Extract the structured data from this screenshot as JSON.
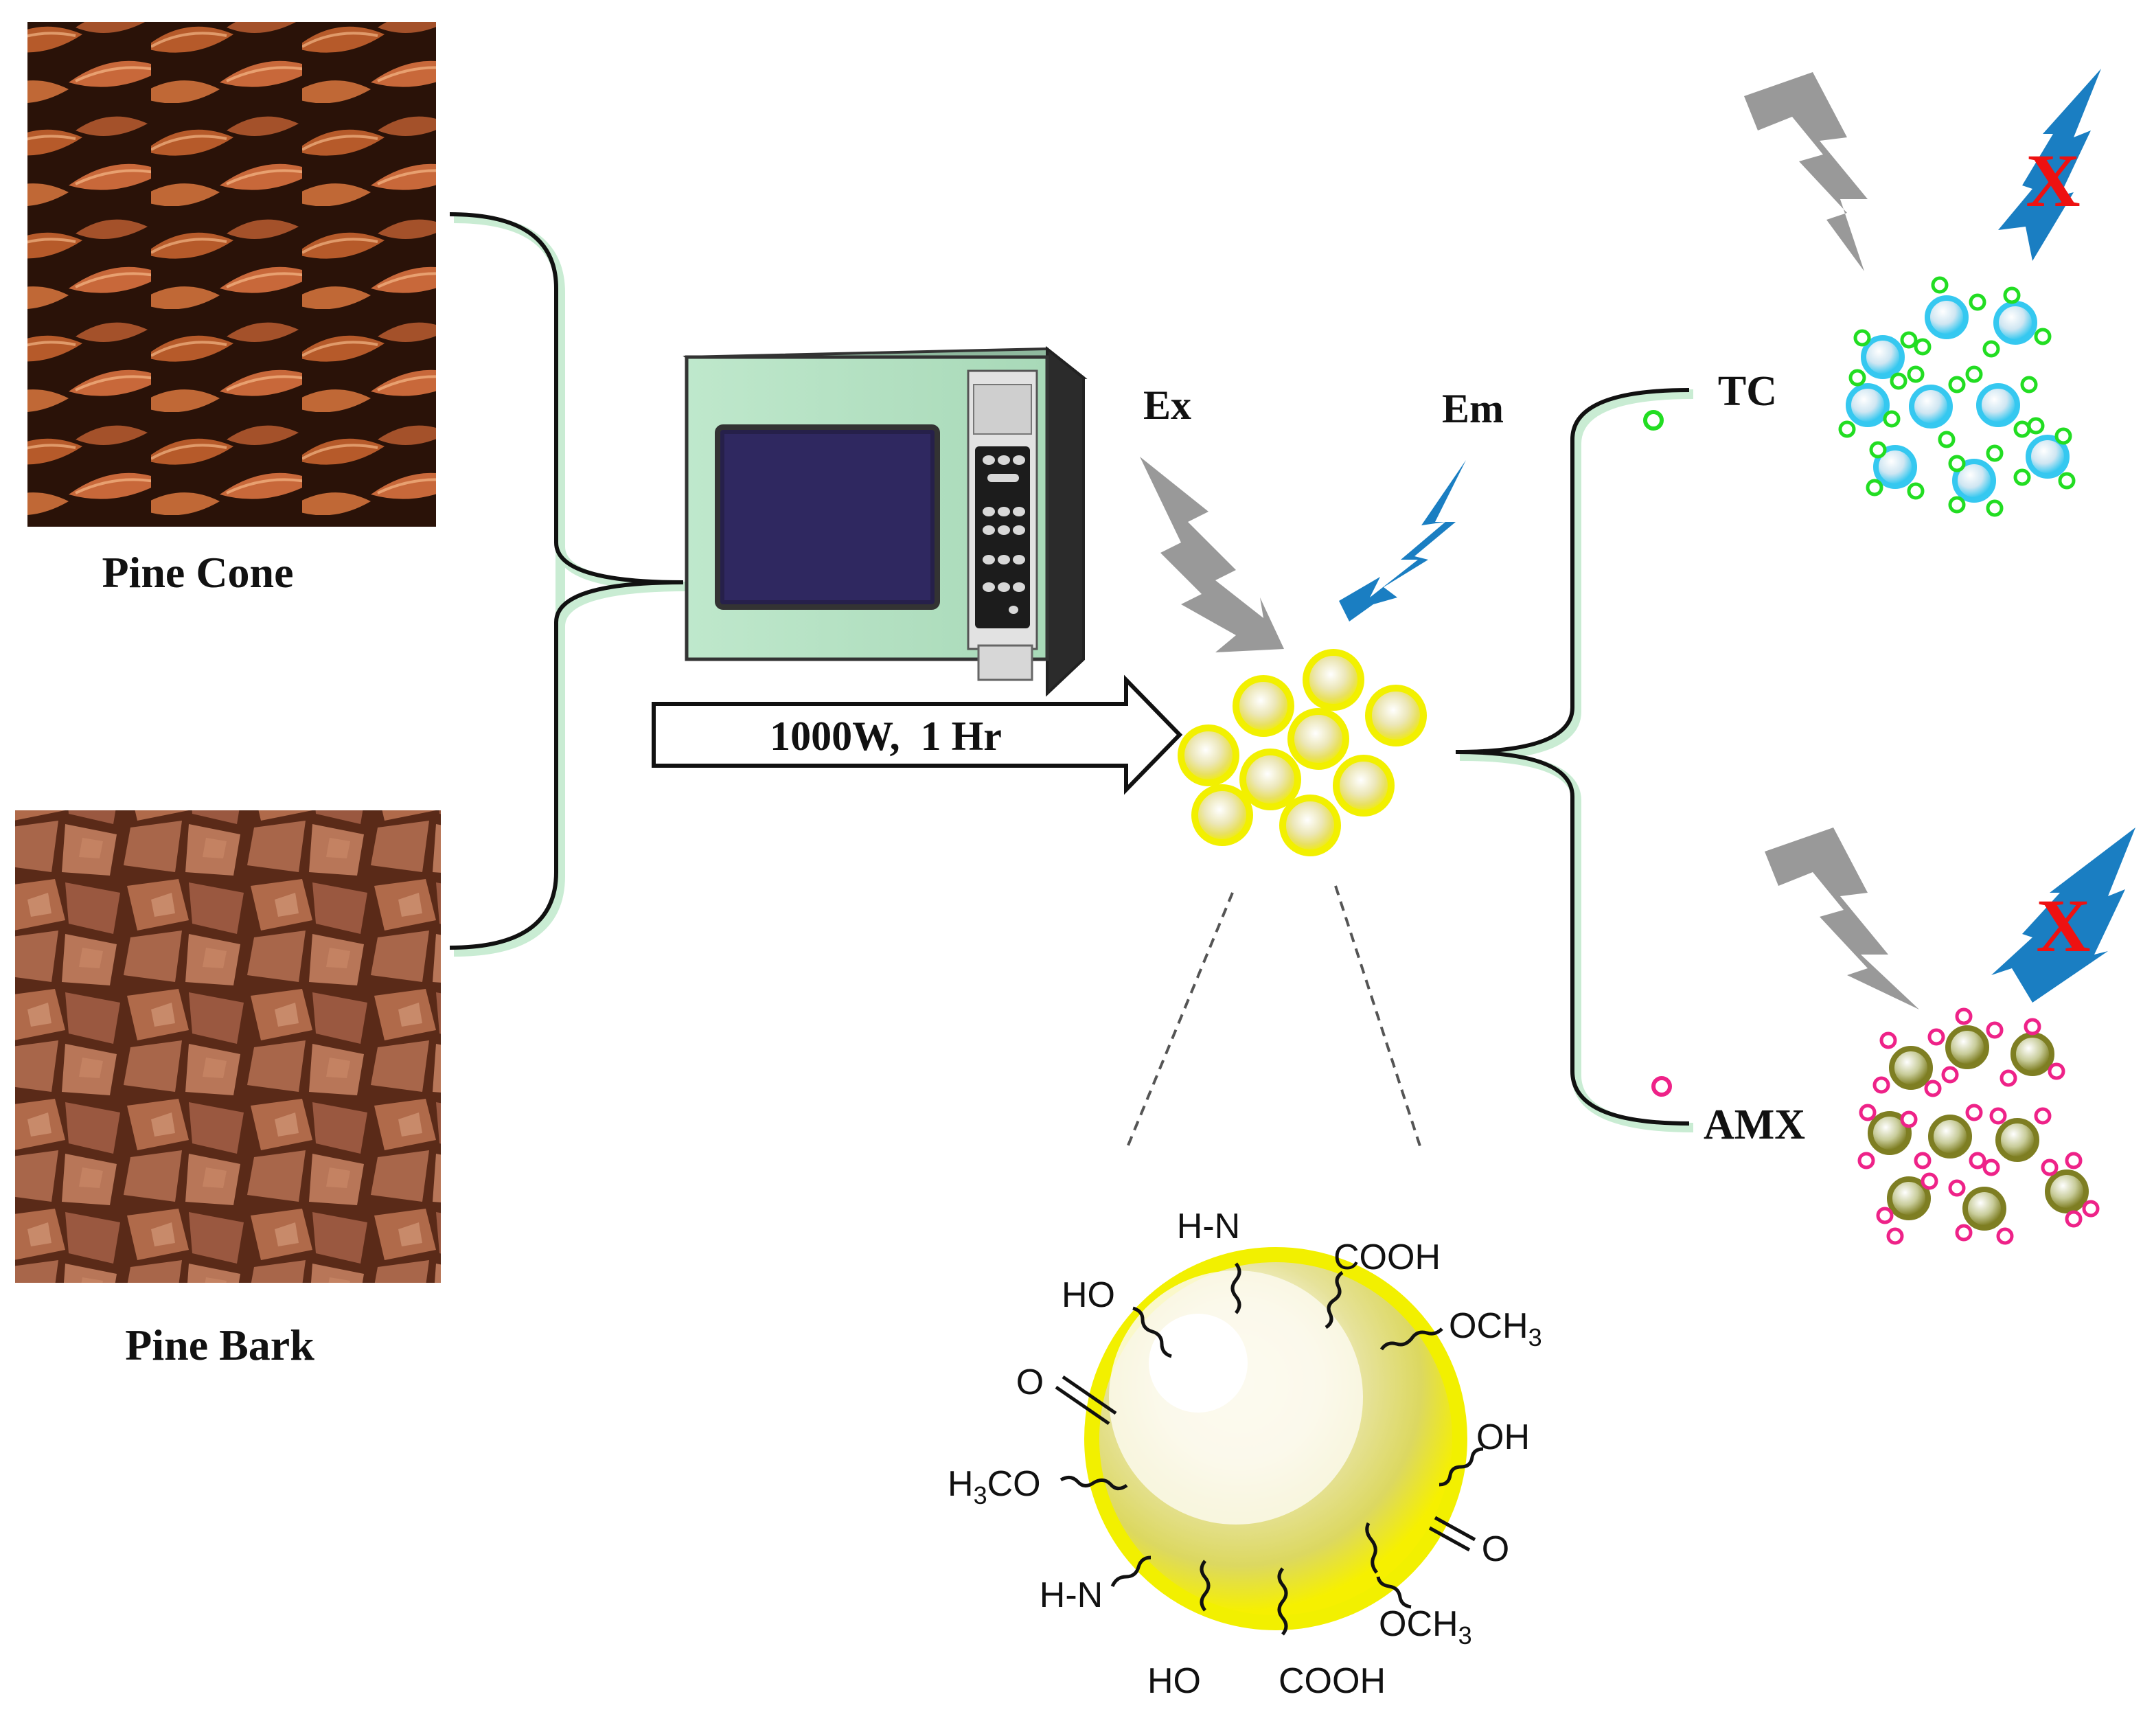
{
  "sources": [
    {
      "label": "Pine Cone"
    },
    {
      "label": "Pine Bark"
    }
  ],
  "process": {
    "condition": "1000W,  1 Hr"
  },
  "light": {
    "excitation": "Ex",
    "emission": "Em"
  },
  "analytes": [
    {
      "label": "TC",
      "color": "#22dd22",
      "particle_color": "#35c8f0"
    },
    {
      "label": "AMX",
      "color": "#ee2288",
      "particle_color": "#8a8a2a"
    }
  ],
  "quench_mark": "X",
  "functional_groups": [
    {
      "text": "H-N"
    },
    {
      "text": "COOH"
    },
    {
      "text": "HO"
    },
    {
      "text": "OCH"
    },
    {
      "text": "O"
    },
    {
      "text": "OH"
    },
    {
      "text": "H"
    },
    {
      "text": "CO"
    },
    {
      "text": "O"
    },
    {
      "text": "H-N"
    },
    {
      "text": "OCH"
    },
    {
      "text": "HO"
    },
    {
      "text": "COOH"
    }
  ],
  "subscript": "3",
  "colors": {
    "dot_yellow": "#f2f000",
    "ex_arrow": "#999999",
    "em_arrow": "#1a7ec2",
    "x_mark": "#ee1111"
  }
}
